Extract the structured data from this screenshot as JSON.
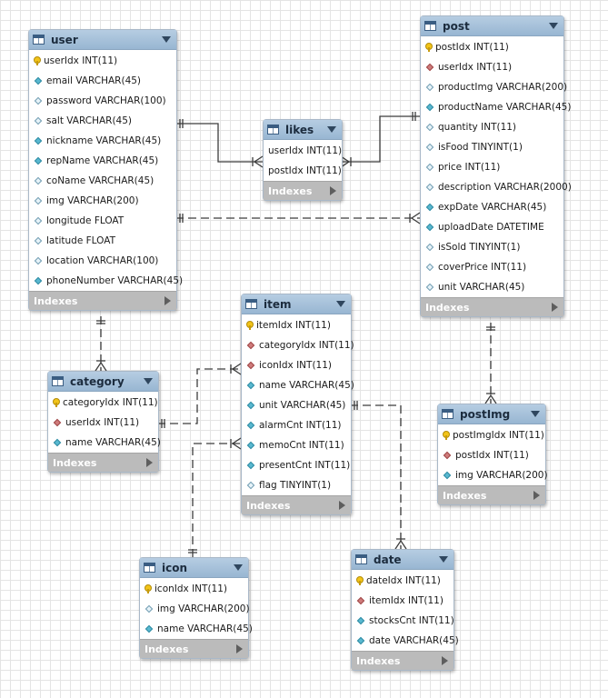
{
  "indexes_label": "Indexes",
  "colors": {
    "header": "#a3bfd9",
    "indexes_bar": "#bbbbbb",
    "connector": "#3c3c3c",
    "primary_key": "#f2c419",
    "foreign_key": "#cf7b7b",
    "not_null": "#58b8d0"
  },
  "tables": {
    "user": {
      "name": "user",
      "columns": [
        {
          "label": "userIdx INT(11)",
          "icon": "primary-key-icon"
        },
        {
          "label": "email VARCHAR(45)",
          "icon": "column-icon"
        },
        {
          "label": "password VARCHAR(100)",
          "icon": "column-icon"
        },
        {
          "label": "salt VARCHAR(45)",
          "icon": "column-icon"
        },
        {
          "label": "nickname VARCHAR(45)",
          "icon": "column-icon"
        },
        {
          "label": "repName VARCHAR(45)",
          "icon": "column-icon"
        },
        {
          "label": "coName VARCHAR(45)",
          "icon": "column-icon"
        },
        {
          "label": "img VARCHAR(200)",
          "icon": "column-icon"
        },
        {
          "label": "longitude FLOAT",
          "icon": "column-icon"
        },
        {
          "label": "latitude FLOAT",
          "icon": "column-icon"
        },
        {
          "label": "location VARCHAR(100)",
          "icon": "column-icon"
        },
        {
          "label": "phoneNumber VARCHAR(45)",
          "icon": "column-icon"
        }
      ]
    },
    "likes": {
      "name": "likes",
      "columns": [
        {
          "label": "userIdx INT(11)",
          "icon": "column-icon"
        },
        {
          "label": "postIdx INT(11)",
          "icon": "column-icon"
        }
      ]
    },
    "post": {
      "name": "post",
      "columns": [
        {
          "label": "postIdx INT(11)",
          "icon": "primary-key-icon"
        },
        {
          "label": "userIdx INT(11)",
          "icon": "foreign-key-icon"
        },
        {
          "label": "productImg VARCHAR(200)",
          "icon": "column-icon"
        },
        {
          "label": "productName VARCHAR(45)",
          "icon": "column-icon"
        },
        {
          "label": "quantity INT(11)",
          "icon": "column-icon"
        },
        {
          "label": "isFood TINYINT(1)",
          "icon": "column-icon"
        },
        {
          "label": "price INT(11)",
          "icon": "column-icon"
        },
        {
          "label": "description VARCHAR(2000)",
          "icon": "column-icon"
        },
        {
          "label": "expDate VARCHAR(45)",
          "icon": "column-icon"
        },
        {
          "label": "uploadDate DATETIME",
          "icon": "column-icon"
        },
        {
          "label": "isSold TINYINT(1)",
          "icon": "column-icon"
        },
        {
          "label": "coverPrice INT(11)",
          "icon": "column-icon"
        },
        {
          "label": "unit VARCHAR(45)",
          "icon": "column-icon"
        }
      ]
    },
    "item": {
      "name": "item",
      "columns": [
        {
          "label": "itemIdx INT(11)",
          "icon": "primary-key-icon"
        },
        {
          "label": "categoryIdx INT(11)",
          "icon": "foreign-key-icon"
        },
        {
          "label": "iconIdx INT(11)",
          "icon": "foreign-key-icon"
        },
        {
          "label": "name VARCHAR(45)",
          "icon": "column-icon"
        },
        {
          "label": "unit VARCHAR(45)",
          "icon": "column-icon"
        },
        {
          "label": "alarmCnt INT(11)",
          "icon": "column-icon"
        },
        {
          "label": "memoCnt INT(11)",
          "icon": "column-icon"
        },
        {
          "label": "presentCnt INT(11)",
          "icon": "column-icon"
        },
        {
          "label": "flag TINYINT(1)",
          "icon": "column-icon"
        }
      ]
    },
    "category": {
      "name": "category",
      "columns": [
        {
          "label": "categoryIdx INT(11)",
          "icon": "primary-key-icon"
        },
        {
          "label": "userIdx INT(11)",
          "icon": "foreign-key-icon"
        },
        {
          "label": "name VARCHAR(45)",
          "icon": "column-icon"
        }
      ]
    },
    "postImg": {
      "name": "postImg",
      "columns": [
        {
          "label": "postImgIdx INT(11)",
          "icon": "primary-key-icon"
        },
        {
          "label": "postIdx INT(11)",
          "icon": "foreign-key-icon"
        },
        {
          "label": "img VARCHAR(200)",
          "icon": "column-icon"
        }
      ]
    },
    "icon": {
      "name": "icon",
      "columns": [
        {
          "label": "iconIdx INT(11)",
          "icon": "primary-key-icon"
        },
        {
          "label": "img VARCHAR(200)",
          "icon": "column-icon"
        },
        {
          "label": "name VARCHAR(45)",
          "icon": "column-icon"
        }
      ]
    },
    "date": {
      "name": "date",
      "columns": [
        {
          "label": "dateIdx INT(11)",
          "icon": "primary-key-icon"
        },
        {
          "label": "itemIdx INT(11)",
          "icon": "foreign-key-icon"
        },
        {
          "label": "stocksCnt INT(11)",
          "icon": "column-icon"
        },
        {
          "label": "date VARCHAR(45)",
          "icon": "column-icon"
        }
      ]
    }
  },
  "relationships": [
    {
      "from": "user",
      "to": "likes",
      "kind": "one-to-many",
      "line": "solid"
    },
    {
      "from": "post",
      "to": "likes",
      "kind": "one-to-many",
      "line": "solid"
    },
    {
      "from": "user",
      "to": "post",
      "kind": "one-to-many",
      "line": "dashed"
    },
    {
      "from": "user",
      "to": "category",
      "kind": "one-to-many",
      "line": "dashed"
    },
    {
      "from": "category",
      "to": "item",
      "kind": "one-to-many",
      "line": "dashed"
    },
    {
      "from": "icon",
      "to": "item",
      "kind": "one-to-many",
      "line": "dashed"
    },
    {
      "from": "item",
      "to": "date",
      "kind": "one-to-many",
      "line": "dashed"
    },
    {
      "from": "post",
      "to": "postImg",
      "kind": "one-to-many",
      "line": "dashed"
    }
  ]
}
